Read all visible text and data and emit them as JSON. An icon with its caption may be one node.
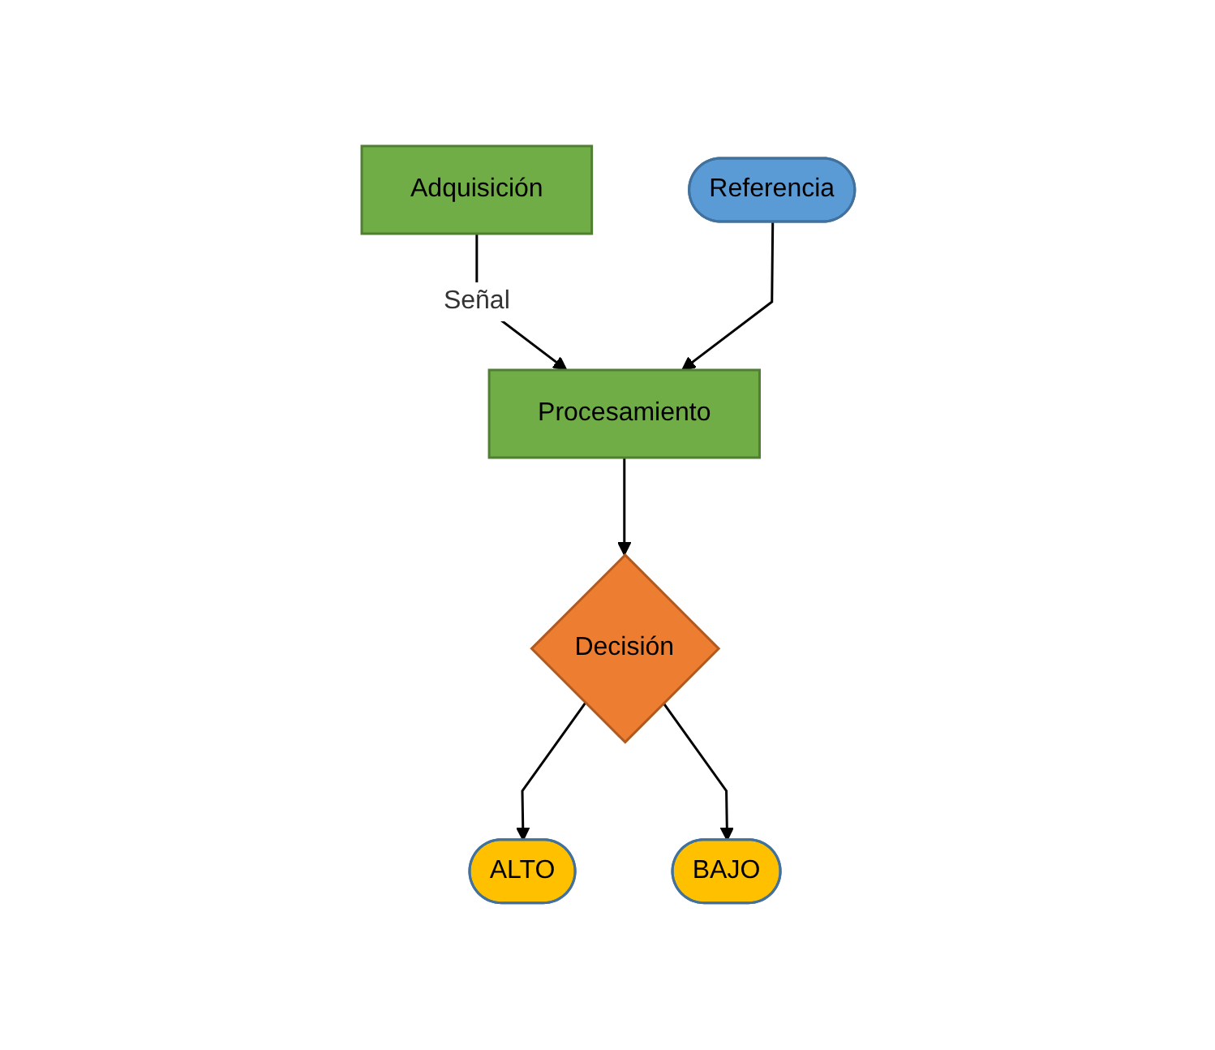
{
  "diagram": {
    "nodes": [
      {
        "text": [
          "Adquisición"
        ]
      },
      {
        "text": [
          "Referencia"
        ]
      },
      {
        "text": [
          "Procesamiento"
        ]
      },
      {
        "text": [
          "Decisión"
        ]
      },
      {
        "text": [
          "ALTO"
        ]
      },
      {
        "text": [
          "BAJO"
        ]
      }
    ],
    "edges": [
      {
        "from": 0,
        "to": 2,
        "arrow": "to",
        "label": "Señal"
      },
      {
        "from": 1,
        "to": 2,
        "arrow": "to"
      },
      {
        "from": 2,
        "to": 3,
        "arrow": "to"
      },
      {
        "from": 3,
        "to": 4,
        "arrow": "to"
      },
      {
        "from": 3,
        "to": 5,
        "arrow": "to"
      }
    ]
  }
}
